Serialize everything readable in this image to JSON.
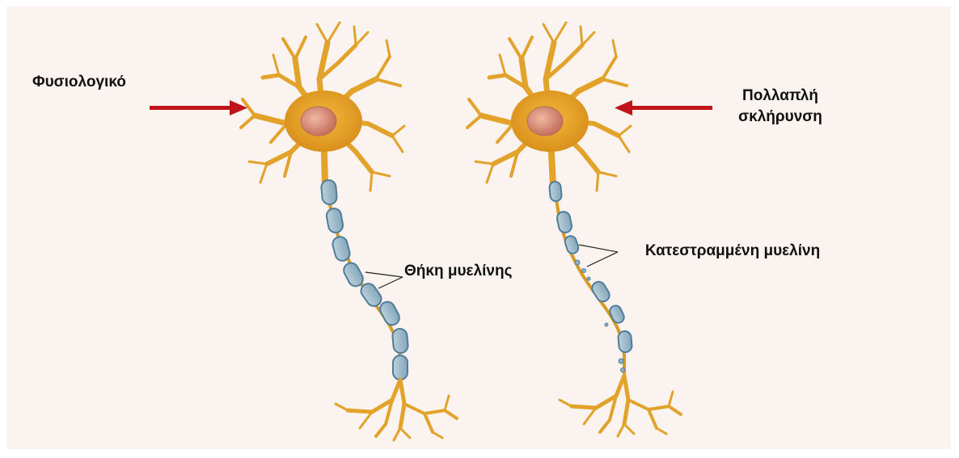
{
  "labels": {
    "normal": "Φυσιολογικό",
    "multiple_sclerosis": "Πολλαπλή σκλήρυνση",
    "myelin_sheath": "Θήκη μυελίνης",
    "damaged_myelin": "Κατεστραμμένη μυελίνη"
  },
  "colors": {
    "background": "#faf3ef",
    "neuron": "#e8a928",
    "neuron_dark": "#c8841a",
    "nucleus": "#d98a78",
    "myelin": "#9db8c8",
    "myelin_edge": "#4f7d9a",
    "arrow": "#c0141a"
  }
}
